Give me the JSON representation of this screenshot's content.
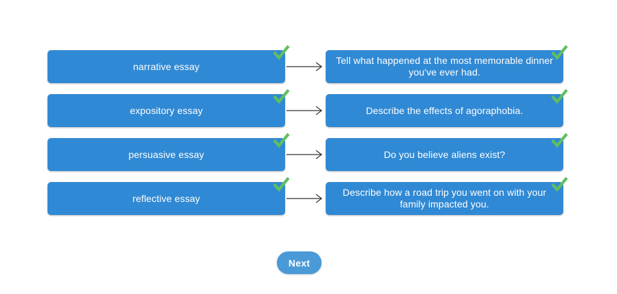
{
  "exercise": {
    "colors": {
      "card_blue": "#3089d4",
      "check_green": "#5fbf5f",
      "button_blue": "#4a9ad8",
      "background": "#ffffff",
      "arrow": "#333333"
    },
    "rows": [
      {
        "prompt": "narrative essay",
        "answer": "Tell what happened at the most memorable dinner you've ever had.",
        "prompt_status": "correct-check-icon",
        "answer_status": "correct-check-icon",
        "connector": "arrow-right-icon"
      },
      {
        "prompt": "expository essay",
        "answer": "Describe the effects of agoraphobia.",
        "prompt_status": "correct-check-icon",
        "answer_status": "correct-check-icon",
        "connector": "arrow-right-icon"
      },
      {
        "prompt": "persuasive essay",
        "answer": "Do you believe aliens exist?",
        "prompt_status": "correct-check-icon",
        "answer_status": "correct-check-icon",
        "connector": "arrow-right-icon"
      },
      {
        "prompt": "reflective essay",
        "answer": "Describe how a road trip you went on with your family impacted you.",
        "prompt_status": "correct-check-icon",
        "answer_status": "correct-check-icon",
        "connector": "arrow-right-icon"
      }
    ],
    "next_button_label": "Next"
  }
}
